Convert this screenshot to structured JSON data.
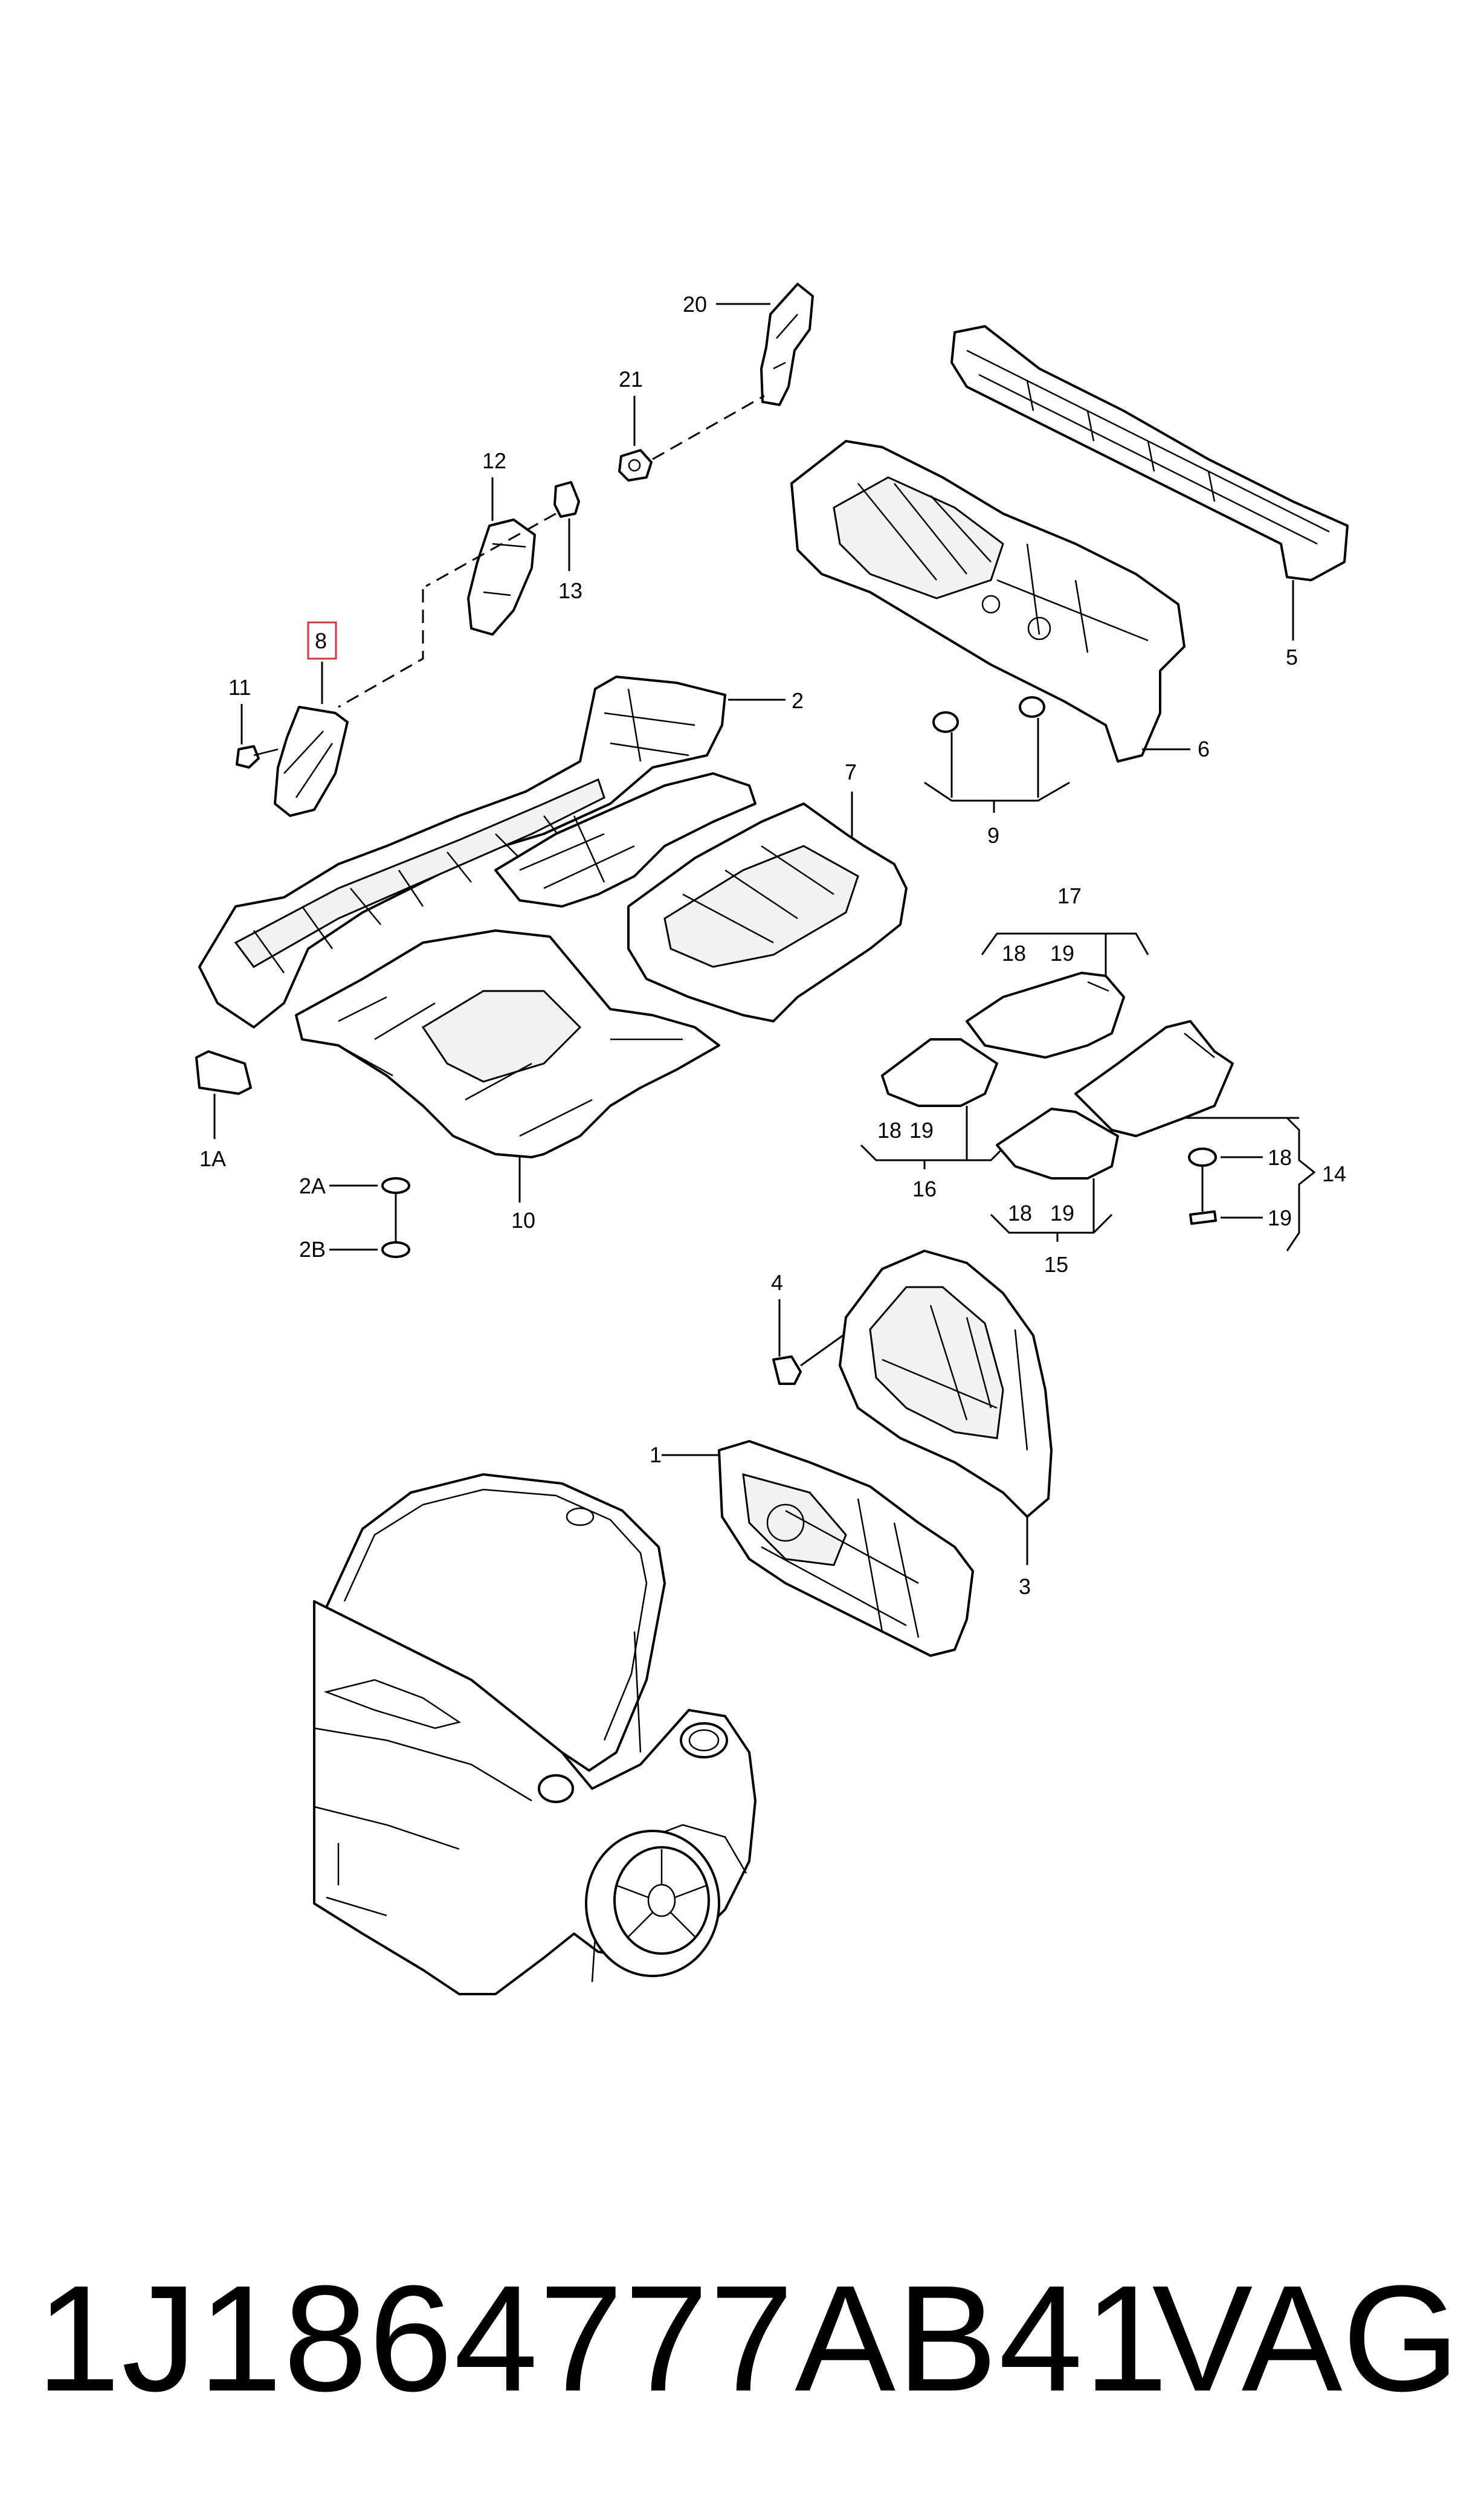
{
  "diagram": {
    "callouts": {
      "c20": "20",
      "c21": "21",
      "c12": "12",
      "c13": "13",
      "c8": "8",
      "c11": "11",
      "c2": "2",
      "c5": "5",
      "c6": "6",
      "c9": "9",
      "c7": "7",
      "c17": "17",
      "c17_18": "18",
      "c17_19": "19",
      "c16": "16",
      "c16_18": "18",
      "c16_19": "19",
      "c15": "15",
      "c15_18": "18",
      "c15_19": "19",
      "c14": "14",
      "c14_18": "18",
      "c14_19": "19",
      "c1A": "1A",
      "c2A": "2A",
      "c2B": "2B",
      "c10": "10",
      "c4": "4",
      "c1": "1",
      "c3": "3"
    },
    "highlight_color": "#e0303a"
  },
  "footer": {
    "part_number": "1J1864777AB41",
    "brand": "VAG"
  }
}
